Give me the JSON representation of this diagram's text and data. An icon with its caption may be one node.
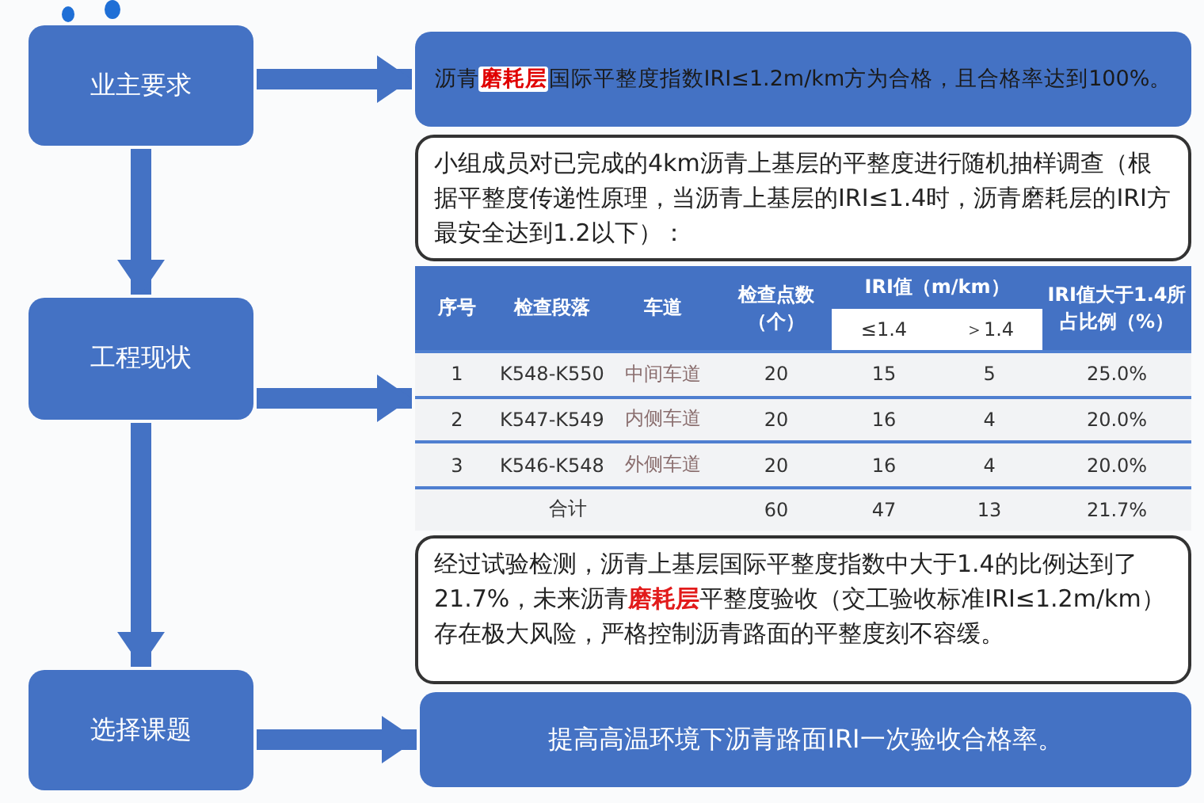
{
  "diagram": {
    "nodes": [
      {
        "text": [
          "业主要求"
        ]
      },
      {
        "text": [
          "工程现状"
        ]
      },
      {
        "text": [
          "选择课题"
        ]
      },
      {
        "text": [
          "沥青**磨耗层**国际平整度指数IRI≤1.2m/km方为合格，且合格率达到100%。"
        ]
      },
      {
        "text": [
          "小组成员对已完成的4km沥青上基层的平整度进行随机抽样调查（根据平整度传递性原理，当沥青上基层的IRI≤1.4时，沥青磨耗层的IRI方最安全达到1.2以下）："
        ]
      },
      {
        "text": [
          "序号",
          "检查段落",
          "车道",
          "检查点数（个）",
          "IRI值（m/km）",
          "≤1.4",
          "＞1.4",
          "IRI值大于1.4所占比例（%）",
          "1",
          "K548-K550",
          "中间车道",
          "20",
          "15",
          "5",
          "25.0%",
          "2",
          "K547-K549",
          "内侧车道",
          "20",
          "16",
          "4",
          "20.0%",
          "3",
          "K546-K548",
          "外侧车道",
          "20",
          "16",
          "4",
          "20.0%",
          "合计",
          "60",
          "47",
          "13",
          "21.7%"
        ]
      },
      {
        "text": [
          "经过试验检测，沥青上基层国际平整度指数中大于1.4的比例达到了21.7%，未来沥青**磨耗层**平整度验收（交工验收标准IRI≤1.2m/km）存在极大风险，严格控制沥青路面的平整度刻不容缓。"
        ]
      },
      {
        "text": [
          "提高高温环境下沥青路面IRI一次验收合格率。"
        ]
      }
    ],
    "edges": [
      {
        "from": 0,
        "to": 1,
        "arrow": "to"
      },
      {
        "from": 1,
        "to": 2,
        "arrow": "to"
      },
      {
        "from": 0,
        "to": 3,
        "arrow": "to"
      },
      {
        "from": 1,
        "to": 5,
        "arrow": "to"
      },
      {
        "from": 2,
        "to": 7,
        "arrow": "to"
      }
    ]
  }
}
